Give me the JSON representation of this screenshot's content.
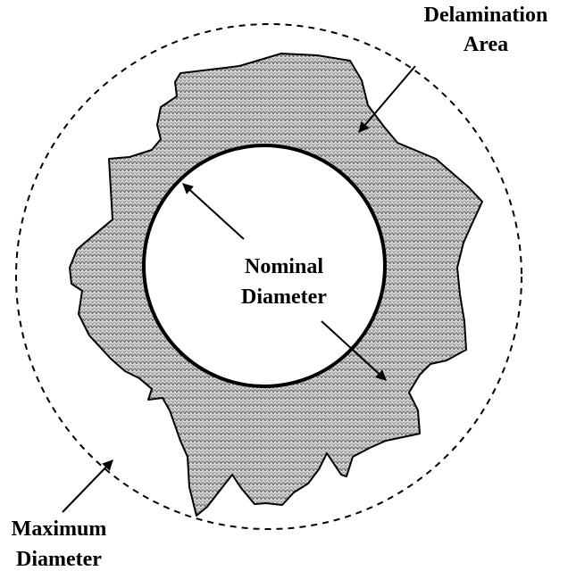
{
  "labels": {
    "delamination_line1": "Delamination",
    "delamination_line2": "Area",
    "nominal_line1": "Nominal",
    "nominal_line2": "Diameter",
    "maximum_line1": "Maximum",
    "maximum_line2": "Diameter"
  },
  "colors": {
    "stroke": "#000000",
    "hatch_fill": "#cfcfcf",
    "background": "#ffffff"
  }
}
